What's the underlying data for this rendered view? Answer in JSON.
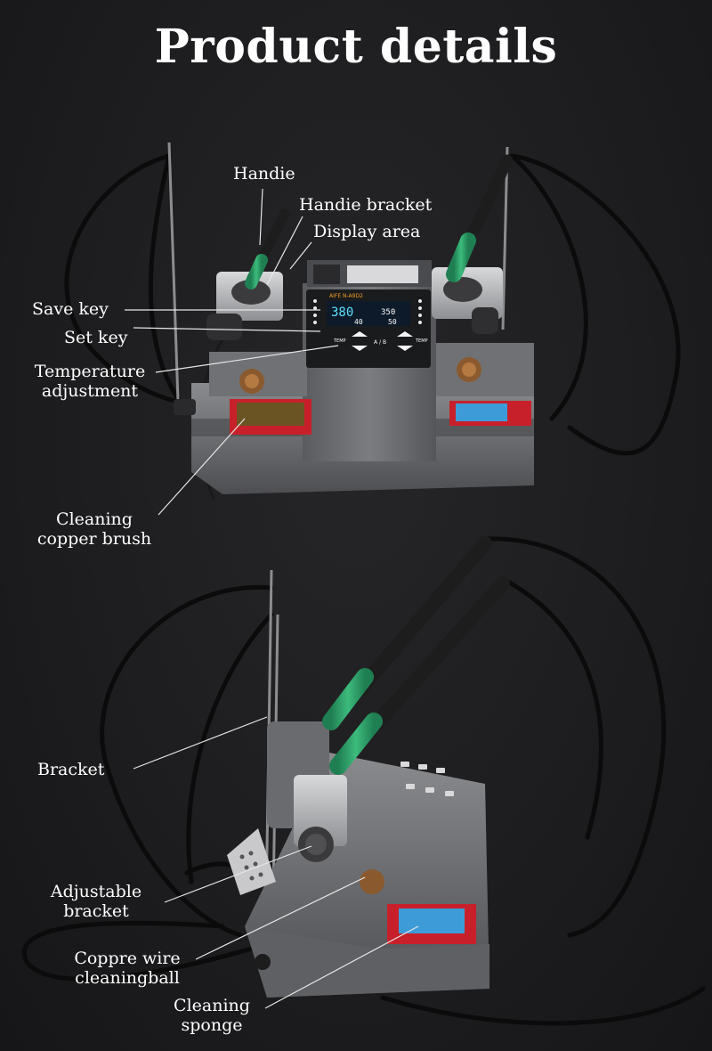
{
  "title": "Product details",
  "labels": {
    "handle": "Handie",
    "handle_bracket": "Handie bracket",
    "display_area": "Display area",
    "save_key": "Save key",
    "set_key": "Set key",
    "temp_adjust_1": "Temperature",
    "temp_adjust_2": "adjustment",
    "copper_brush_1": "Cleaning",
    "copper_brush_2": "copper brush",
    "bracket": "Bracket",
    "adjustable_bracket_1": "Adjustable",
    "adjustable_bracket_2": "bracket",
    "wire_ball_1": "Coppre wire",
    "wire_ball_2": "cleaningball",
    "sponge_1": "Cleaning",
    "sponge_2": "sponge"
  },
  "display": {
    "brand": "AIFE N-A9D2",
    "left_set": "380",
    "left_actual": "350",
    "right_set": "40",
    "right_actual": "50",
    "center_key": "A / B",
    "left_key": "TEMP",
    "right_key": "TEMP"
  },
  "colors": {
    "background": "#1c1c1e",
    "text": "#ffffff",
    "body_gray": "#6f7073",
    "handle_green": "#2ea36b",
    "sponge_blue": "#3d9bd8",
    "tray_red": "#c8202a",
    "screen_bg": "#0d1a2a",
    "screen_cyan": "#5ee0ff"
  }
}
